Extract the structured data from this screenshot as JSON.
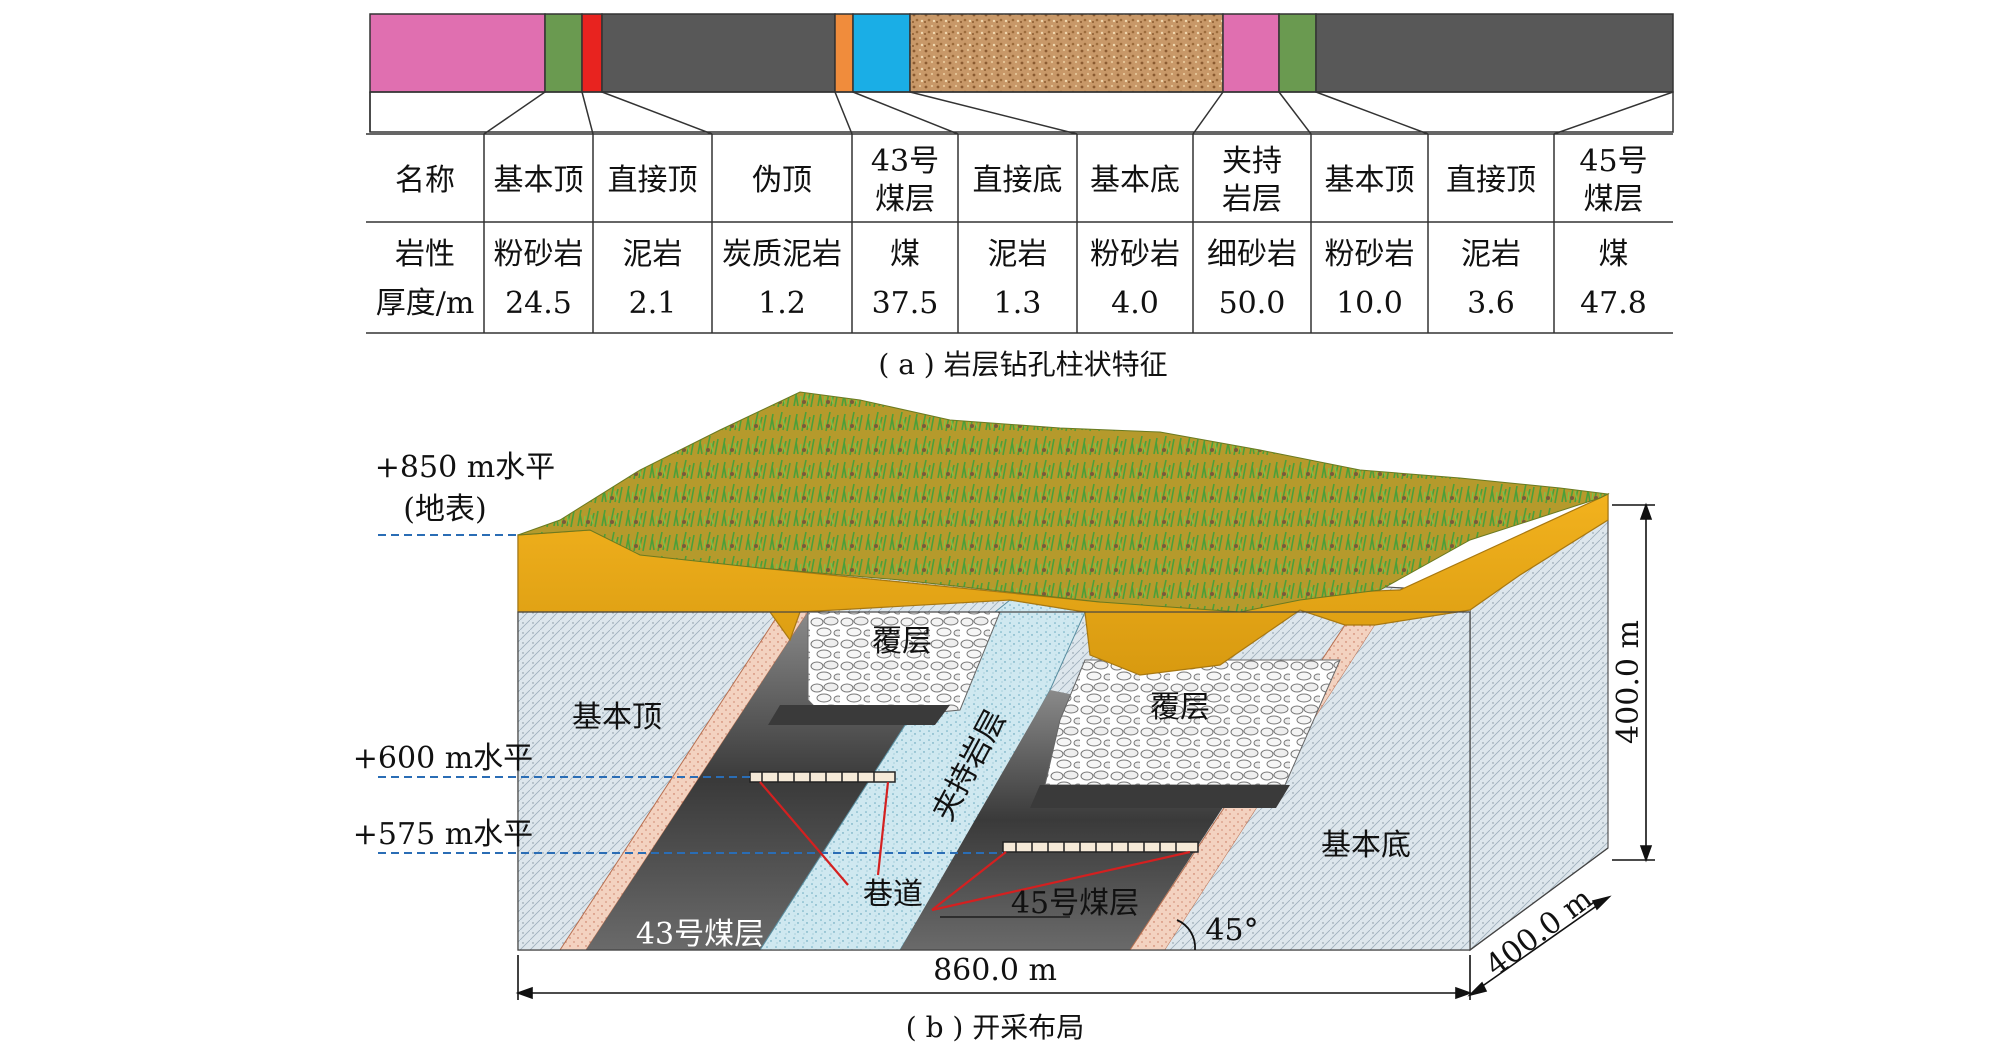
{
  "table": {
    "row_headers": [
      "名称",
      "岩性",
      "厚度/m"
    ],
    "columns": [
      {
        "name": [
          "基本顶"
        ],
        "lith": "粉砂岩",
        "thick": "24.5"
      },
      {
        "name": [
          "直接顶"
        ],
        "lith": "泥岩",
        "thick": "2.1"
      },
      {
        "name": [
          "伪顶"
        ],
        "lith": "炭质泥岩",
        "thick": "1.2"
      },
      {
        "name": [
          "43号",
          "煤层"
        ],
        "lith": "煤",
        "thick": "37.5"
      },
      {
        "name": [
          "直接底"
        ],
        "lith": "泥岩",
        "thick": "1.3"
      },
      {
        "name": [
          "基本底"
        ],
        "lith": "粉砂岩",
        "thick": "4.0"
      },
      {
        "name": [
          "夹持",
          "岩层"
        ],
        "lith": "细砂岩",
        "thick": "50.0"
      },
      {
        "name": [
          "基本顶"
        ],
        "lith": "粉砂岩",
        "thick": "10.0"
      },
      {
        "name": [
          "直接顶"
        ],
        "lith": "泥岩",
        "thick": "3.6"
      },
      {
        "name": [
          "45号",
          "煤层"
        ],
        "lith": "煤",
        "thick": "47.8"
      }
    ],
    "strata_colors": {
      "siltstone": "#e06fb0",
      "mudstone": "#6a9a50",
      "carbonaceous_mudstone": "#e8231f",
      "coal": "#585858",
      "mudstone_floor": "#f08c3c",
      "siltstone_floor": "#1aaee6",
      "fine_sandstone": "#c99a6a"
    }
  },
  "captions": {
    "a": "( a ) 岩层钻孔柱状特征",
    "b": "( b ) 开采布局"
  },
  "diagram": {
    "level_surface_1": "+850 m水平",
    "level_surface_2": "(地表)",
    "level_600": "+600 m水平",
    "level_575": "+575 m水平",
    "overburden": "覆层",
    "main_roof": "基本顶",
    "main_floor": "基本底",
    "interlayer": "夹持岩层",
    "roadway": "巷道",
    "seam43": "43号煤层",
    "seam45": "45号煤层",
    "angle": "45°",
    "width": "860.0 m",
    "height": "400.0 m",
    "depth": "400.0 m"
  }
}
